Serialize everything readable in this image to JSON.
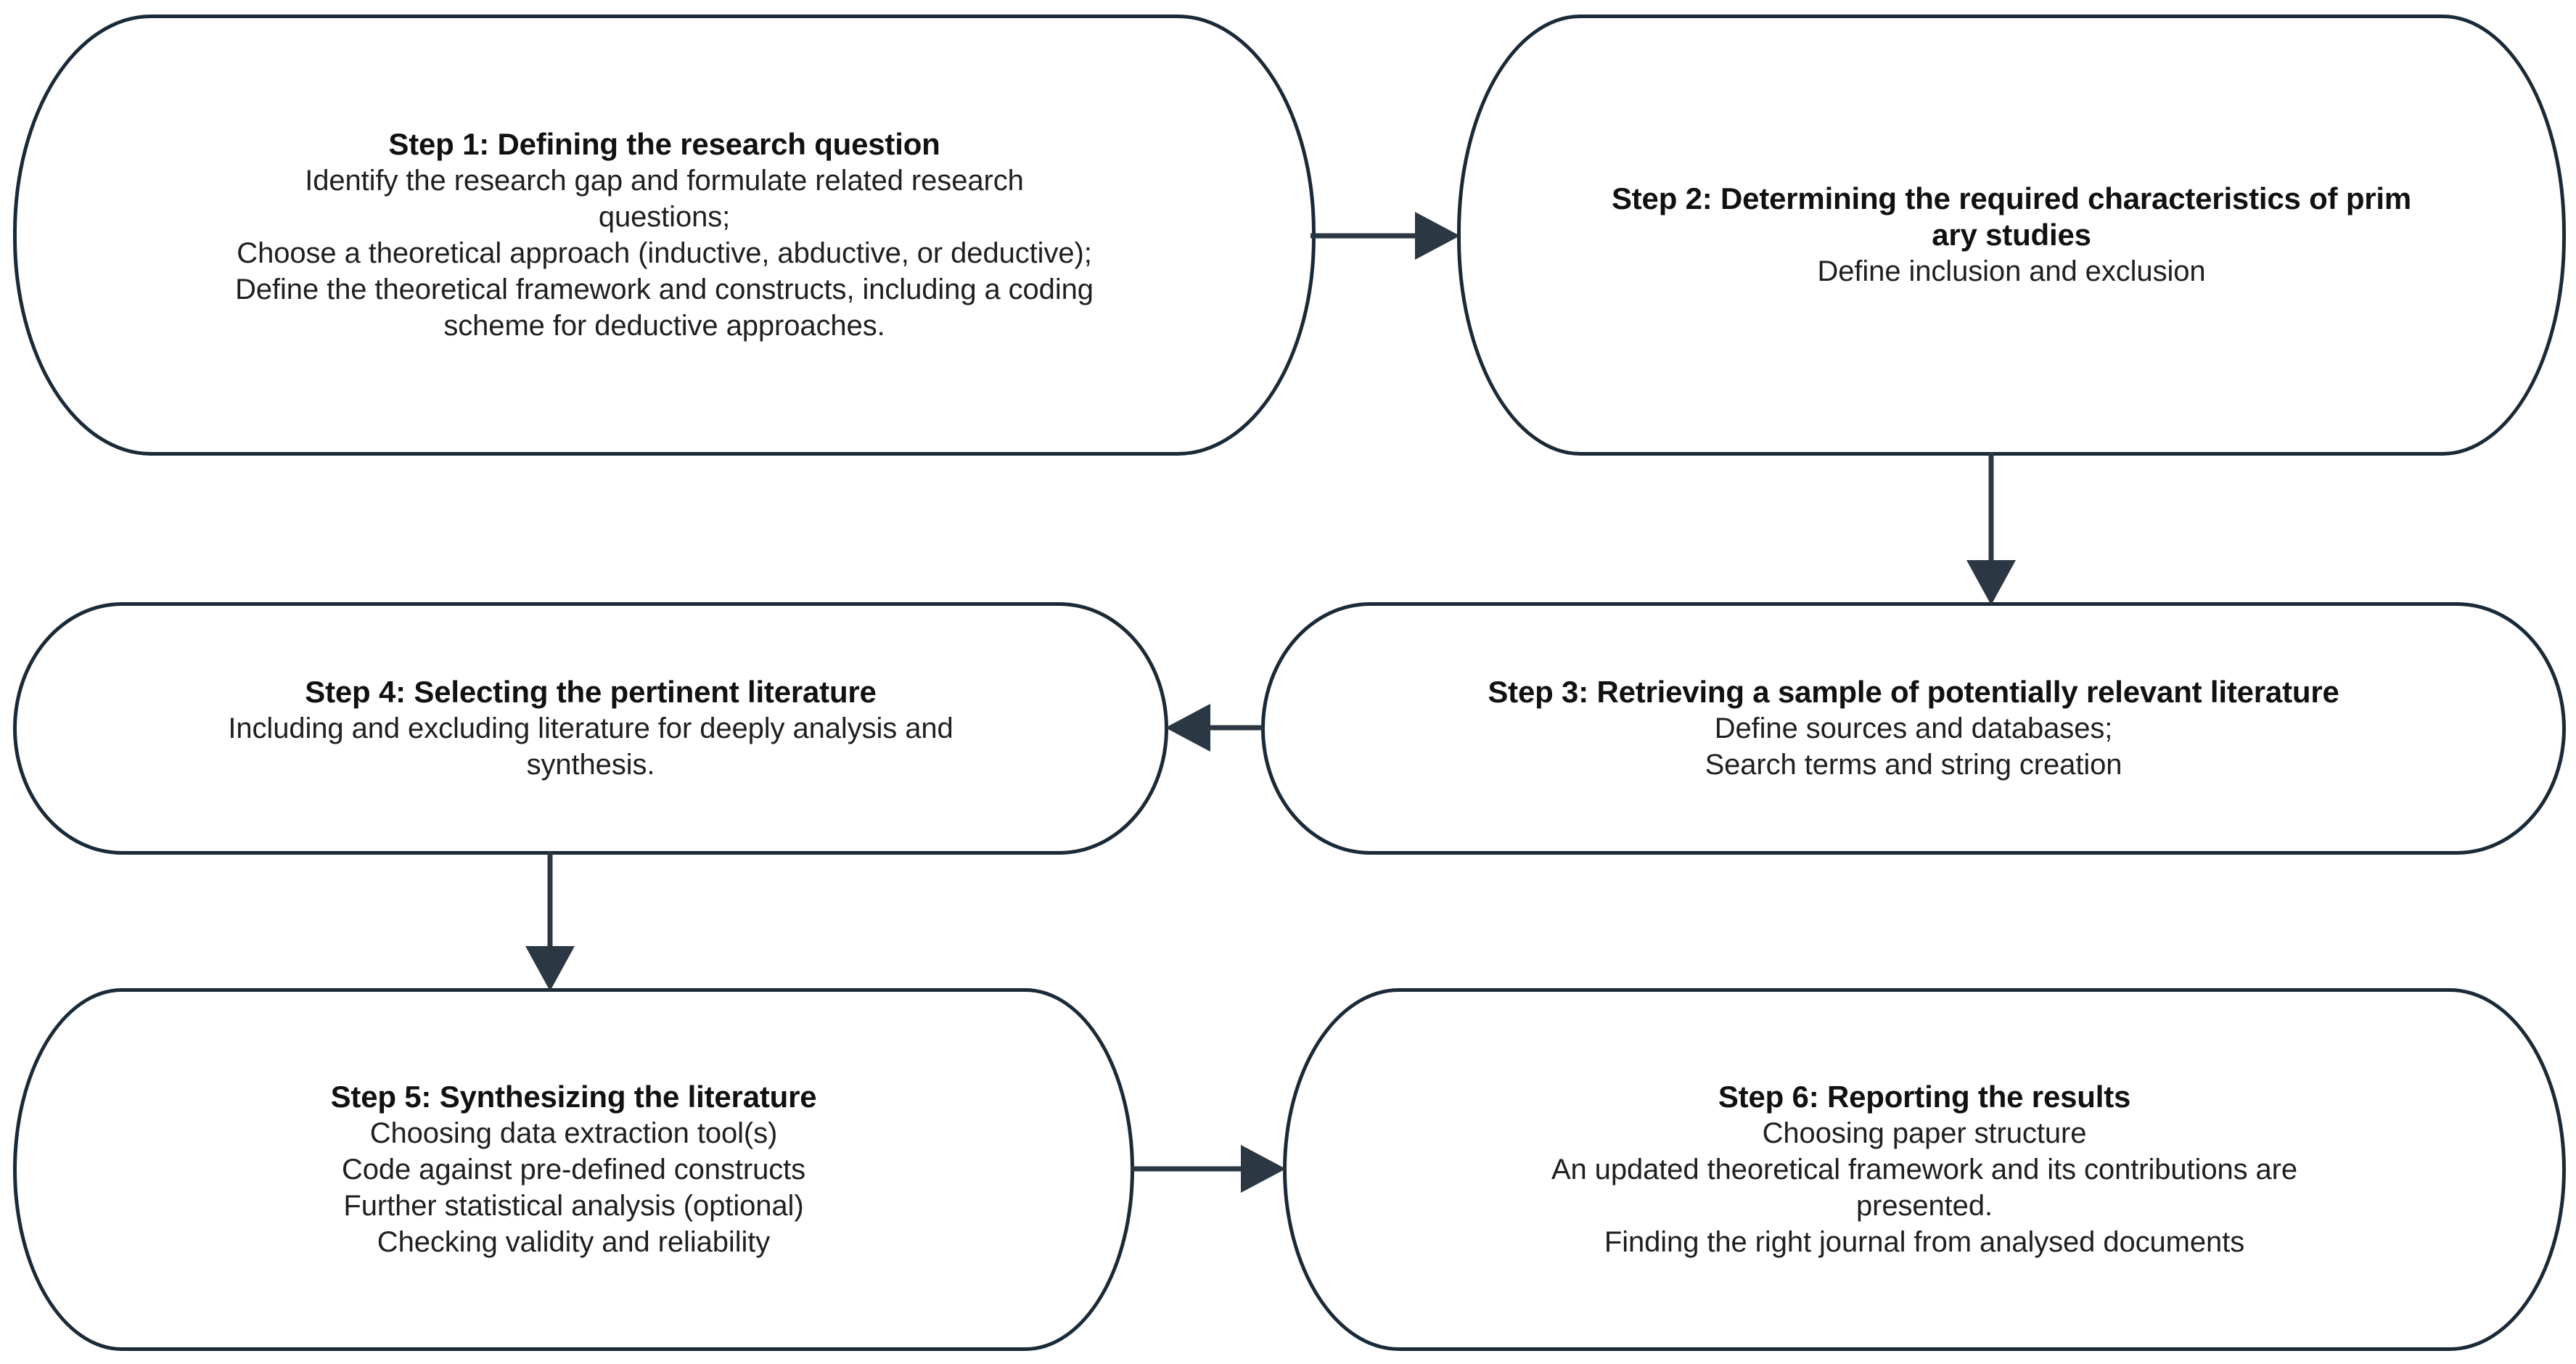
{
  "diagram": {
    "type": "flowchart",
    "orientation": "boustrophedon-3-rows-2-columns",
    "background_color": "#ffffff",
    "border_color": "#1b2a38",
    "connector_color": "#2b3742",
    "text_color": "#1a1a1a"
  },
  "nodes": [
    {
      "id": "step1",
      "title": "Step 1: Defining the research question",
      "body": "Identify the research gap and formulate related research\nquestions;\nChoose a theoretical approach (inductive, abductive, or deductive);\nDefine the theoretical framework and constructs, including a coding\nscheme for deductive approaches."
    },
    {
      "id": "step2",
      "title": "Step 2: Determining the required characteristics of prim\nary studies",
      "body": "Define inclusion and exclusion"
    },
    {
      "id": "step3",
      "title": "Step 3: Retrieving a sample of potentially relevant literature",
      "body": "Define sources and databases;\nSearch terms and string creation"
    },
    {
      "id": "step4",
      "title": "Step 4: Selecting the pertinent literature",
      "body": "Including and excluding literature for deeply analysis and\nsynthesis."
    },
    {
      "id": "step5",
      "title": "Step 5: Synthesizing the literature",
      "body": "Choosing data extraction tool(s)\nCode against pre-defined constructs\nFurther statistical analysis (optional)\nChecking validity and reliability"
    },
    {
      "id": "step6",
      "title": "Step 6: Reporting the results",
      "body": "Choosing paper structure\nAn updated theoretical framework and its contributions are\npresented.\nFinding the right journal from analysed documents"
    }
  ],
  "connectors": [
    {
      "id": "c1",
      "from": "step1",
      "to": "step2",
      "direction": "right"
    },
    {
      "id": "c2",
      "from": "step2",
      "to": "step3",
      "direction": "down"
    },
    {
      "id": "c3",
      "from": "step3",
      "to": "step4",
      "direction": "left"
    },
    {
      "id": "c4",
      "from": "step4",
      "to": "step5",
      "direction": "down"
    },
    {
      "id": "c5",
      "from": "step5",
      "to": "step6",
      "direction": "right"
    }
  ]
}
